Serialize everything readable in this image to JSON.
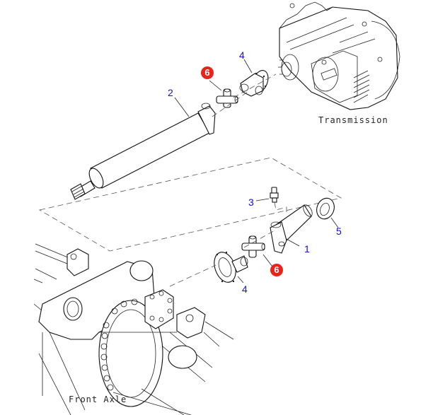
{
  "diagram": {
    "title": "Drive Shaft - Front",
    "labels": {
      "transmission": "Transmission",
      "front_axle": "Front Axle"
    },
    "callouts": [
      {
        "id": "callout-1",
        "text": "1"
      },
      {
        "id": "callout-2",
        "text": "2"
      },
      {
        "id": "callout-3",
        "text": "3"
      },
      {
        "id": "callout-4-upper",
        "text": "4"
      },
      {
        "id": "callout-4-lower",
        "text": "4"
      },
      {
        "id": "callout-5",
        "text": "5"
      },
      {
        "id": "callout-6-upper",
        "text": "6",
        "highlighted": true
      },
      {
        "id": "callout-6-lower",
        "text": "6",
        "highlighted": true
      }
    ],
    "colors": {
      "callout_text": "#1010d8",
      "highlight_badge": "#e8231c",
      "line_art": "#222222"
    }
  }
}
